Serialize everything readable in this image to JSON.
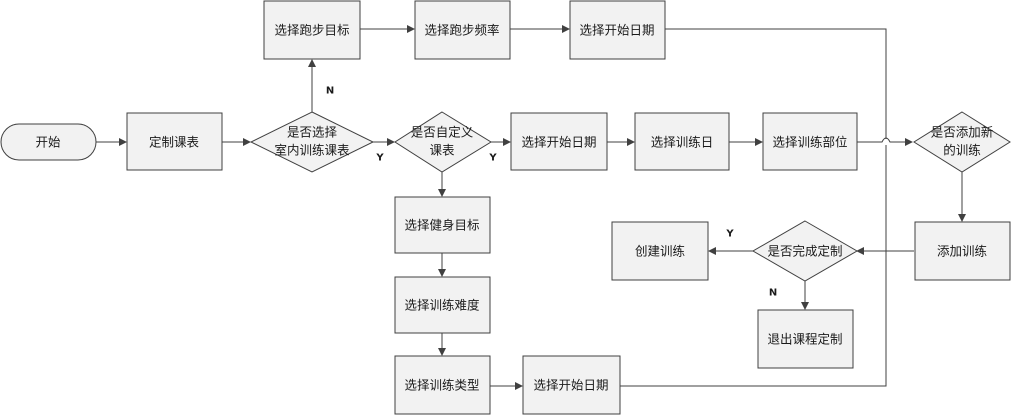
{
  "nodes": {
    "start": "开始",
    "custom_schedule": "定制课表",
    "indoor_q_line1": "是否选择",
    "indoor_q_line2": "室内训练课表",
    "run_goal": "选择跑步目标",
    "run_freq": "选择跑步频率",
    "run_start_date": "选择开始日期",
    "custom_q_line1": "是否自定义",
    "custom_q_line2": "课表",
    "custom_start_date": "选择开始日期",
    "training_day": "选择训练日",
    "training_part": "选择训练部位",
    "add_new_q_line1": "是否添加新",
    "add_new_q_line2": "的训练",
    "fitness_goal": "选择健身目标",
    "difficulty": "选择训练难度",
    "training_type": "选择训练类型",
    "preset_start_date": "选择开始日期",
    "add_training": "添加训练",
    "complete_q": "是否完成定制",
    "create_training": "创建训练",
    "exit_custom": "退出课程定制"
  },
  "edge_labels": {
    "indoor_no": "N",
    "indoor_yes": "Y",
    "custom_yes": "Y",
    "complete_yes": "Y",
    "complete_no": "N"
  }
}
